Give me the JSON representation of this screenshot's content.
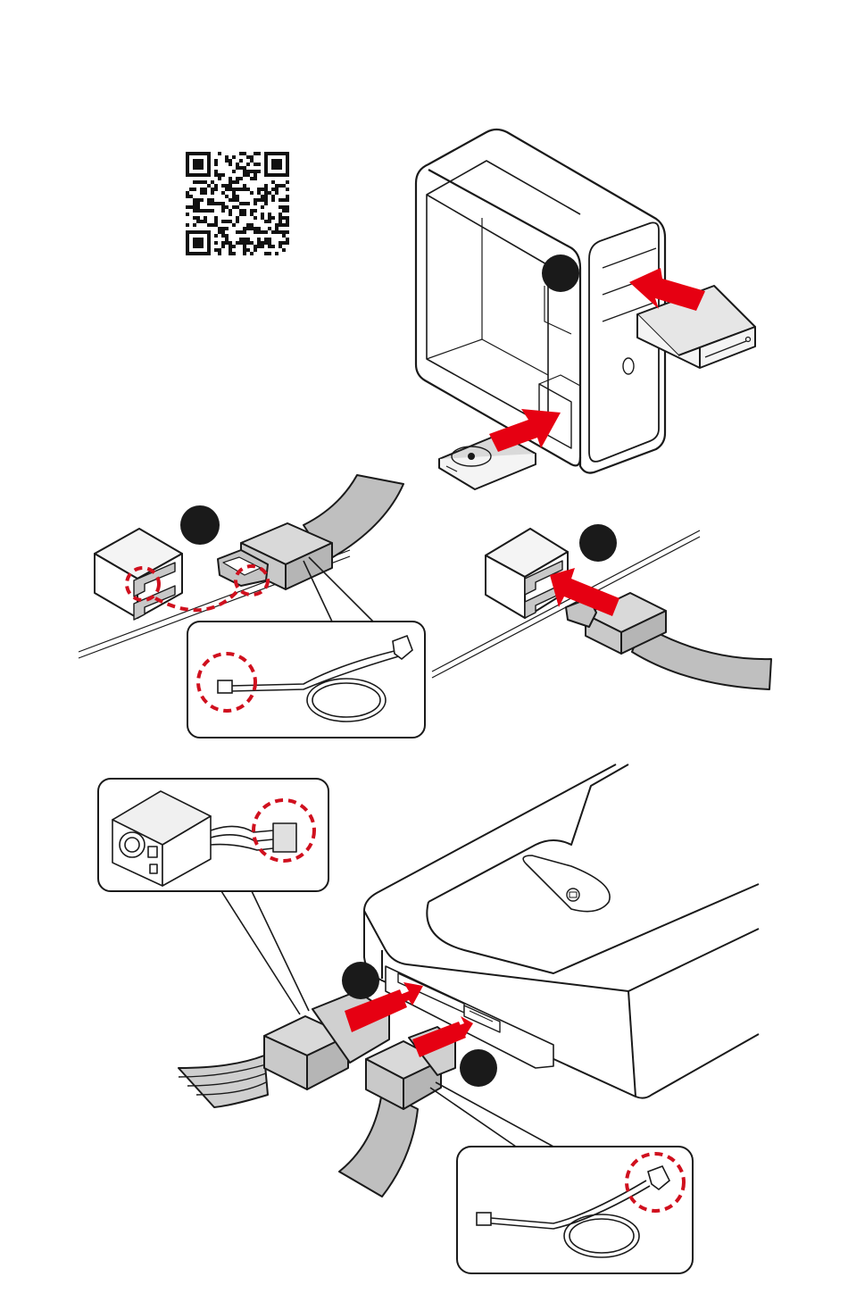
{
  "colors": {
    "line": "#1a1a1a",
    "cable_fill": "#bfbfbf",
    "connector_fill": "#d9d9d9",
    "arrow_red": "#e60012",
    "callout_dash": "#d0101e",
    "step_badge": "#1a1a1a",
    "background": "#ffffff"
  },
  "steps": [
    {
      "id": 1,
      "label": ""
    },
    {
      "id": 2,
      "label": ""
    },
    {
      "id": 3,
      "label": ""
    },
    {
      "id": 4,
      "label": ""
    },
    {
      "id": 5,
      "label": ""
    }
  ],
  "icons": {
    "qr": "qr-code-icon",
    "case": "pc-case-illustration",
    "optical_drive": "optical-drive-illustration",
    "hard_drive": "hard-drive-illustration",
    "sata_cable": "sata-data-cable-illustration",
    "psu": "power-supply-illustration"
  }
}
